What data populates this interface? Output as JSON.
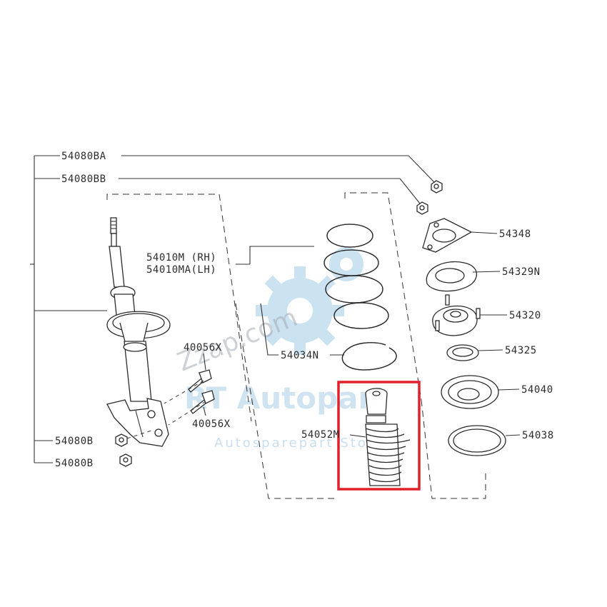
{
  "labels": {
    "p54080BA": "54080BA",
    "p54080BB": "54080BB",
    "p54010M": "54010M (RH)",
    "p54010MA": "54010MA(LH)",
    "p54034N": "54034N",
    "p40056X_top": "40056X",
    "p40056X_bottom": "40056X",
    "p54080B_top": "54080B",
    "p54080B_bottom": "54080B",
    "p54052M": "54052M",
    "p54348": "54348",
    "p54329N": "54329N",
    "p54320": "54320",
    "p54325": "54325",
    "p54040": "54040",
    "p54038": "54038"
  },
  "watermark": {
    "brand": "RT Autopart",
    "tagline": "Autosparepart Store",
    "diagonal": "Zzap.com"
  },
  "colors": {
    "highlight": "#e0202a",
    "watermark": "#b9d6ea",
    "line": "#333333"
  }
}
